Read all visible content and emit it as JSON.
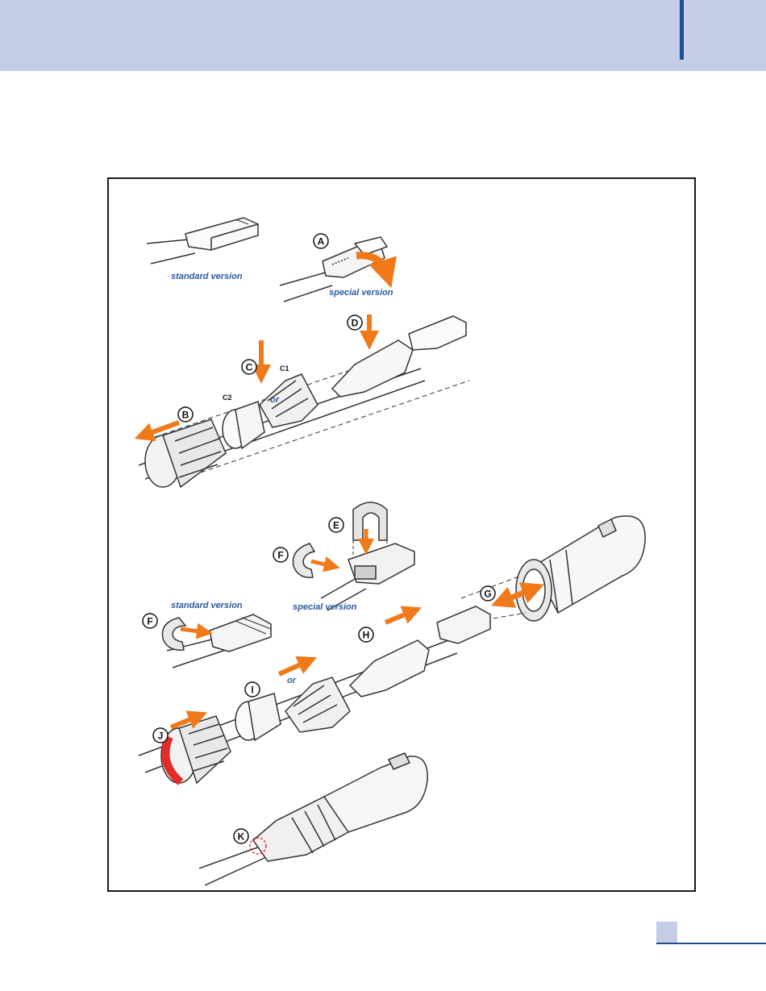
{
  "captions": {
    "standard_version": "standard version",
    "special_version": "special version",
    "or": "or"
  },
  "step_labels": {
    "A": "A",
    "B": "B",
    "C": "C",
    "C1": "C1",
    "C2": "C2",
    "D": "D",
    "E": "E",
    "F": "F",
    "G": "G",
    "H": "H",
    "I": "I",
    "J": "J",
    "K": "K"
  },
  "colors": {
    "header_band": "#c3cde6",
    "header_rule": "#1f4e8c",
    "arrow_orange": "#f07a1a",
    "rotate_red": "#e22b2b",
    "caption_blue": "#2b5aa0"
  }
}
